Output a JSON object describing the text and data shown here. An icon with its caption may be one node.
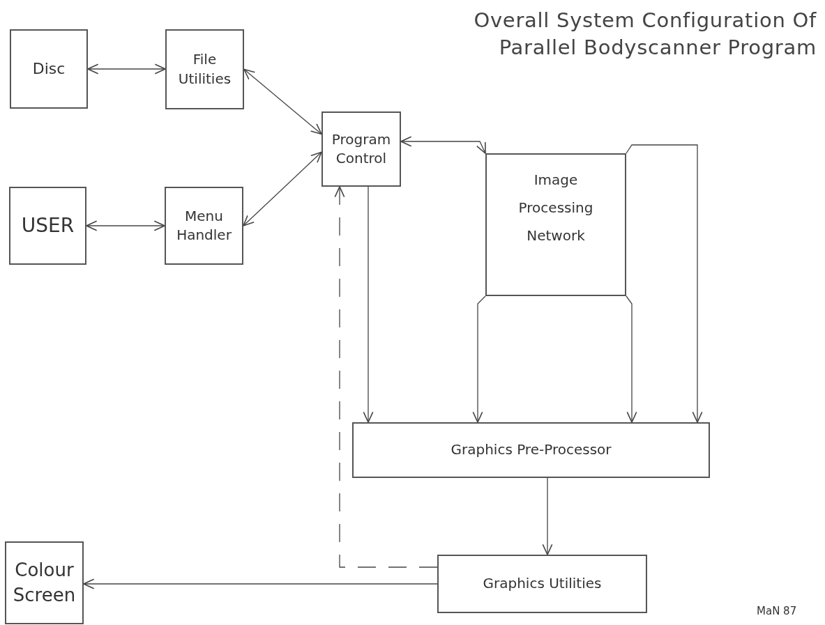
{
  "diagram": {
    "title": "Overall System Configuration Of Parallel Bodyscanner Program",
    "nodes": [
      {
        "text": [
          "Disc"
        ]
      },
      {
        "text": [
          "File Utilities"
        ]
      },
      {
        "text": [
          "USER"
        ]
      },
      {
        "text": [
          "Menu Handler"
        ]
      },
      {
        "text": [
          "Program Control"
        ]
      },
      {
        "text": [
          "Image Processing Network"
        ]
      },
      {
        "text": [
          "Graphics Pre-Processor"
        ]
      },
      {
        "text": [
          "Colour Screen"
        ]
      },
      {
        "text": [
          "Graphics Utilities"
        ]
      }
    ],
    "edges": [
      {
        "from": 0,
        "to": 1,
        "arrow": "both"
      },
      {
        "from": 1,
        "to": 4,
        "arrow": "both"
      },
      {
        "from": 3,
        "to": 4,
        "arrow": "both"
      },
      {
        "from": 2,
        "to": 3,
        "arrow": "both"
      },
      {
        "from": 4,
        "to": 5,
        "arrow": "both"
      },
      {
        "from": 5,
        "to": 6,
        "arrow": "to"
      },
      {
        "from": 5,
        "to": 6,
        "arrow": "to"
      },
      {
        "from": 5,
        "to": 6,
        "arrow": "to"
      },
      {
        "from": 4,
        "to": 6,
        "arrow": "to"
      },
      {
        "from": 6,
        "to": 8,
        "arrow": "to"
      },
      {
        "from": 8,
        "to": 7,
        "arrow": "to"
      },
      {
        "from": 8,
        "to": 4,
        "arrow": "to",
        "style": "dashed"
      }
    ],
    "labels": [
      "MaN 87"
    ]
  }
}
